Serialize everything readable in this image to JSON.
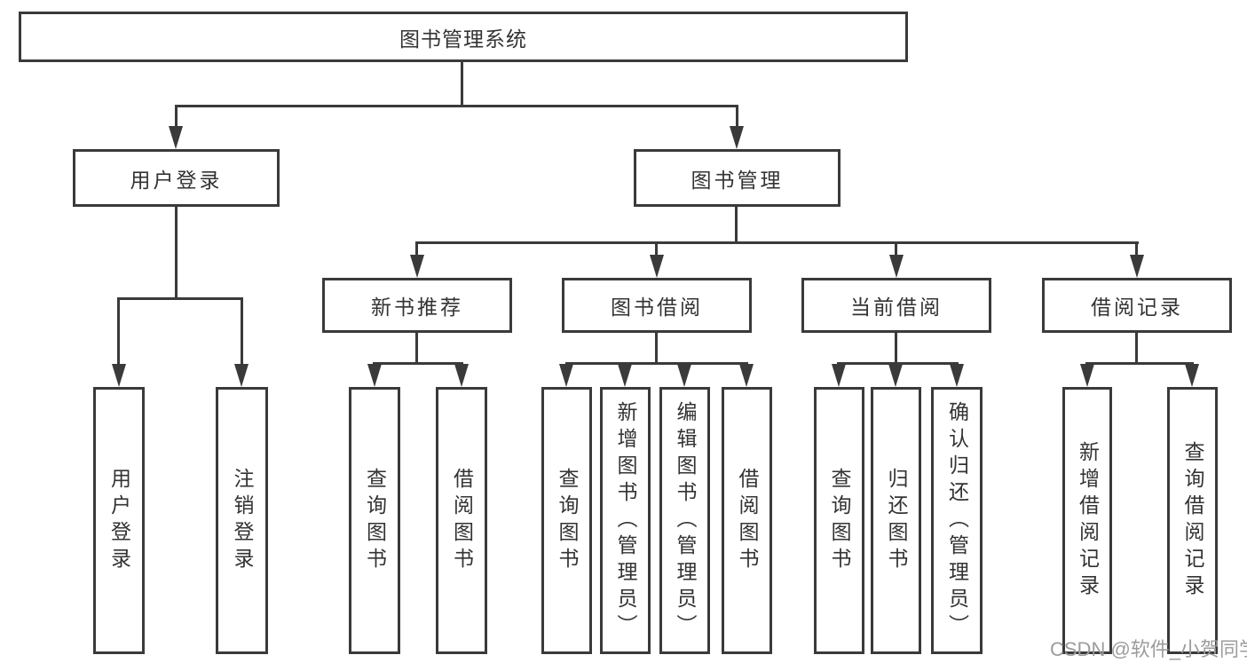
{
  "root": {
    "label": "图书管理系统"
  },
  "user_branch": {
    "label": "用户登录",
    "children": [
      {
        "label": "用户登录"
      },
      {
        "label": "注销登录"
      }
    ]
  },
  "book_branch": {
    "label": "图书管理",
    "sections": [
      {
        "label": "新书推荐",
        "children": [
          {
            "label": "查询图书"
          },
          {
            "label": "借阅图书"
          }
        ]
      },
      {
        "label": "图书借阅",
        "children": [
          {
            "label": "查询图书"
          },
          {
            "label": "新增图书（管理员）"
          },
          {
            "label": "编辑图书（管理员）"
          },
          {
            "label": "借阅图书"
          }
        ]
      },
      {
        "label": "当前借阅",
        "children": [
          {
            "label": "查询图书"
          },
          {
            "label": "归还图书"
          },
          {
            "label": "确认归还（管理员）"
          }
        ]
      },
      {
        "label": "借阅记录",
        "children": [
          {
            "label": "新增借阅记录"
          },
          {
            "label": "查询借阅记录"
          }
        ]
      }
    ]
  },
  "watermark": "CSDN @软件_小贺同学",
  "colors": {
    "line": "#3a3a3a",
    "text": "#333333",
    "watermark": "#9c9c9c",
    "background": "#ffffff"
  }
}
